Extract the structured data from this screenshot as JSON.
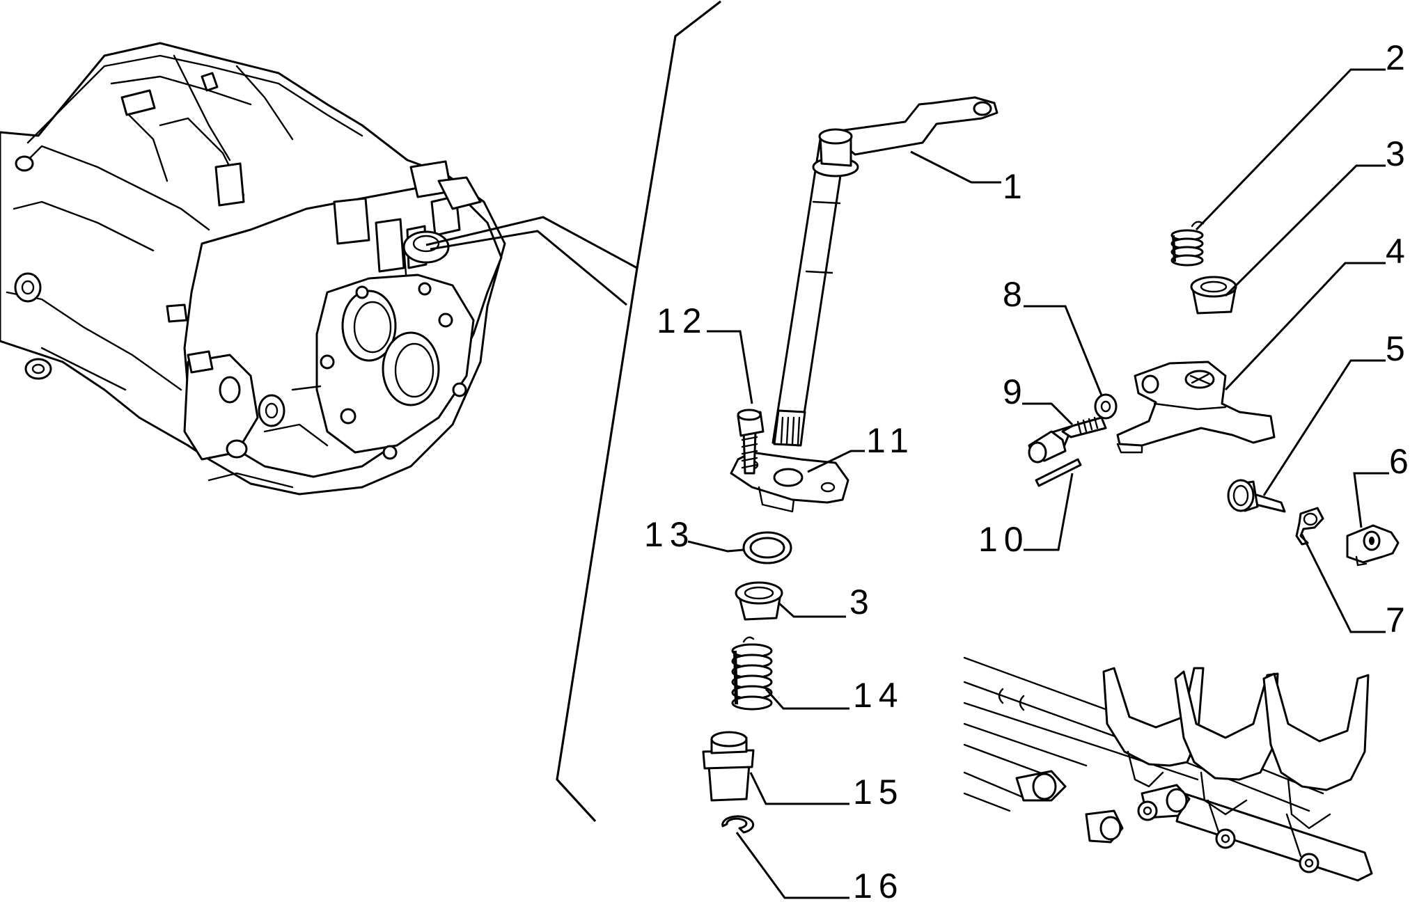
{
  "labels": {
    "l1": "1",
    "l2": "2",
    "l3a": "3",
    "l3b": "3",
    "l4": "4",
    "l5": "5",
    "l6": "6",
    "l7": "7",
    "l8": "8",
    "l9": "9",
    "l10": "10",
    "l11": "11",
    "l12": "12",
    "l13": "13",
    "l14": "14",
    "l15": "15",
    "l16": "16"
  },
  "colors": {
    "line": "#000000",
    "background": "#ffffff"
  }
}
